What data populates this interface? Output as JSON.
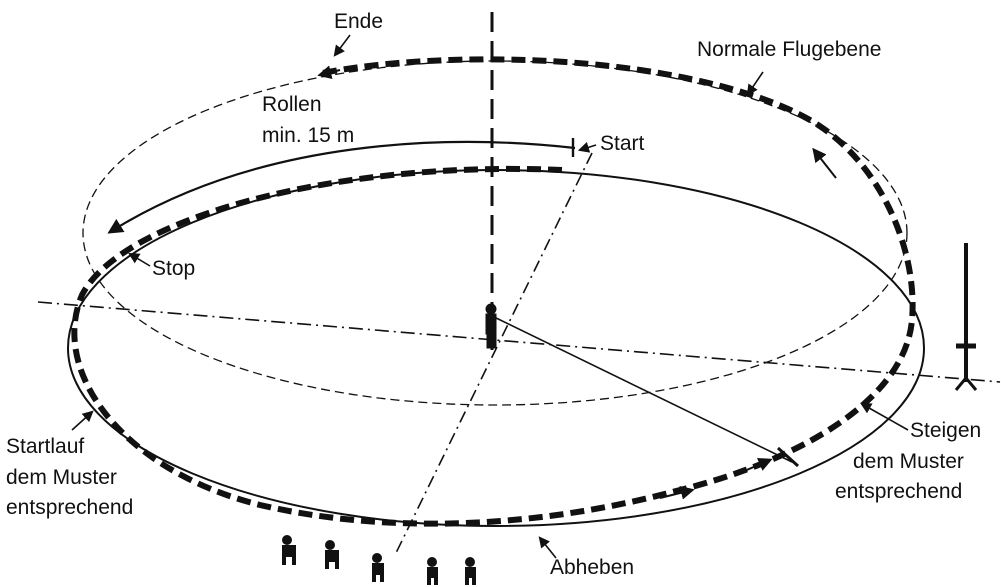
{
  "labels": {
    "ende": "Ende",
    "normale_flugebene": "Normale Flugebene",
    "rollen_line1": "Rollen",
    "rollen_line2": "min. 15 m",
    "start": "Start",
    "stop": "Stop",
    "startlauf_line1": "Startlauf",
    "startlauf_line2": "dem Muster",
    "startlauf_line3": "entsprechend",
    "steigen_line1": "Steigen",
    "steigen_line2": "dem Muster",
    "steigen_line3": "entsprechend",
    "abheben": "Abheben"
  },
  "colors": {
    "ink": "#111111",
    "background": "#ffffff"
  },
  "icons": [
    "pilot-figure-icon",
    "spectator-icon",
    "pole-icon",
    "arrow-icon"
  ]
}
